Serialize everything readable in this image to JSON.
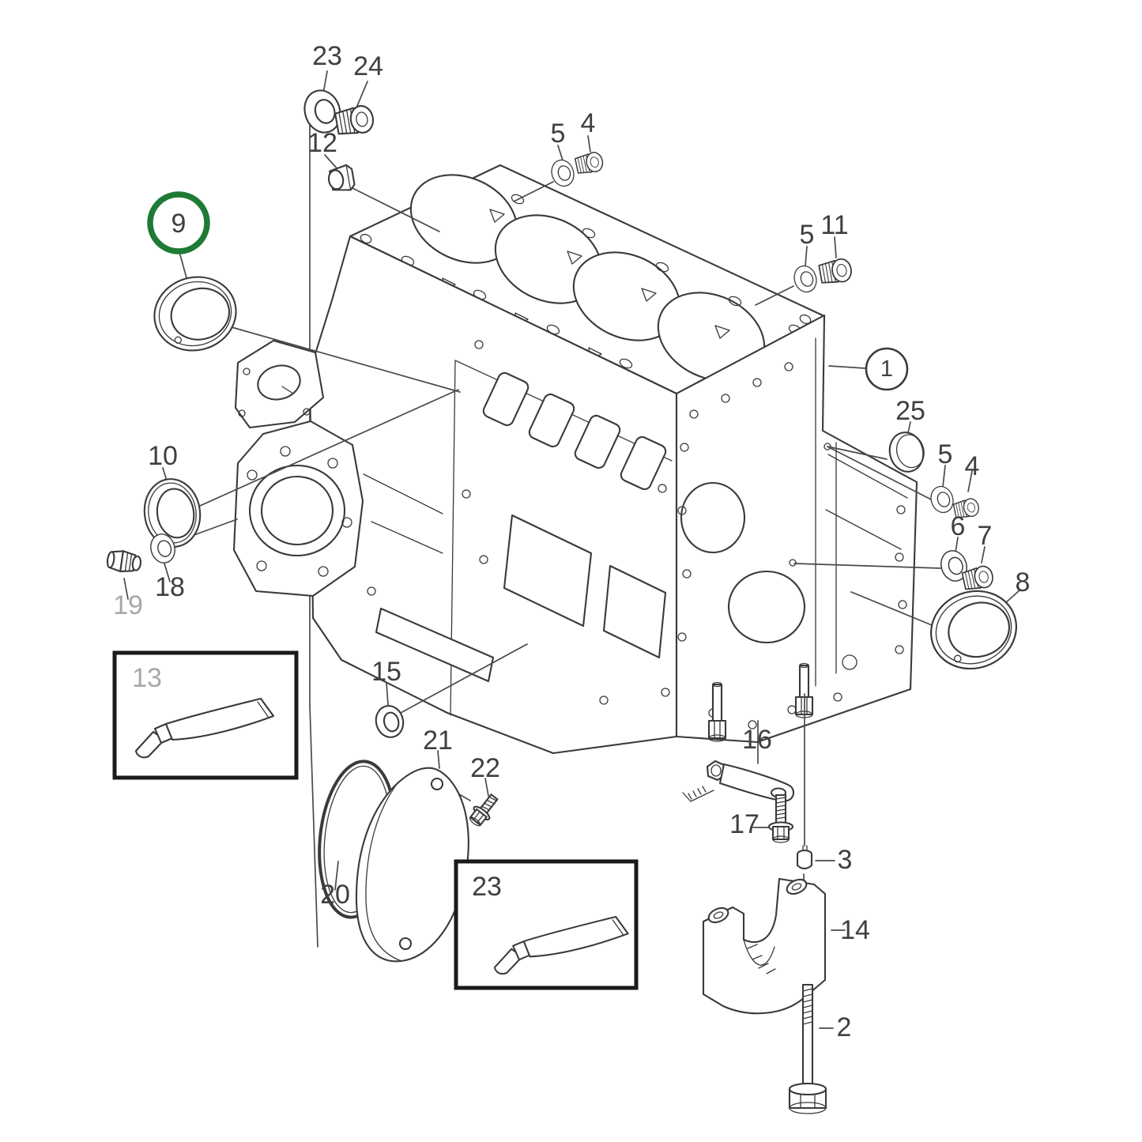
{
  "figure": {
    "kind": "exploded-parts-diagram",
    "colors": {
      "line": "#3a3a3a",
      "background": "#ffffff",
      "highlight": "#1e7a34",
      "label": "#3f3f3f",
      "muted_label": "#a8a8a8",
      "box_border": "#1a1a1a",
      "leader": "#4a4a4a"
    },
    "highlight": {
      "part": "9",
      "style": "green-circle",
      "color": "#1e7a34"
    }
  },
  "callouts": [
    {
      "id": "23-top",
      "label": "23",
      "muted": false,
      "circled": false
    },
    {
      "id": "24",
      "label": "24",
      "muted": false,
      "circled": false
    },
    {
      "id": "12",
      "label": "12",
      "muted": false,
      "circled": false
    },
    {
      "id": "5-top",
      "label": "5",
      "muted": false,
      "circled": false
    },
    {
      "id": "4-top",
      "label": "4",
      "muted": false,
      "circled": false
    },
    {
      "id": "5-right",
      "label": "5",
      "muted": false,
      "circled": false
    },
    {
      "id": "11",
      "label": "11",
      "muted": false,
      "circled": false
    },
    {
      "id": "9",
      "label": "9",
      "muted": false,
      "circled": "highlight"
    },
    {
      "id": "1",
      "label": "1",
      "muted": false,
      "circled": "plain"
    },
    {
      "id": "25",
      "label": "25",
      "muted": false,
      "circled": false
    },
    {
      "id": "5-lower",
      "label": "5",
      "muted": false,
      "circled": false
    },
    {
      "id": "4-lower",
      "label": "4",
      "muted": false,
      "circled": false
    },
    {
      "id": "6",
      "label": "6",
      "muted": false,
      "circled": false
    },
    {
      "id": "7",
      "label": "7",
      "muted": false,
      "circled": false
    },
    {
      "id": "8",
      "label": "8",
      "muted": false,
      "circled": false
    },
    {
      "id": "10",
      "label": "10",
      "muted": false,
      "circled": false
    },
    {
      "id": "18",
      "label": "18",
      "muted": false,
      "circled": false
    },
    {
      "id": "19",
      "label": "19",
      "muted": true,
      "circled": false
    },
    {
      "id": "13-box",
      "label": "13",
      "muted": true,
      "circled": false,
      "in_box": true
    },
    {
      "id": "15",
      "label": "15",
      "muted": false,
      "circled": false
    },
    {
      "id": "21",
      "label": "21",
      "muted": false,
      "circled": false
    },
    {
      "id": "22",
      "label": "22",
      "muted": false,
      "circled": false
    },
    {
      "id": "20",
      "label": "20",
      "muted": false,
      "circled": false
    },
    {
      "id": "23-box",
      "label": "23",
      "muted": false,
      "circled": false,
      "in_box": true
    },
    {
      "id": "16",
      "label": "16",
      "muted": false,
      "circled": false
    },
    {
      "id": "17",
      "label": "17",
      "muted": false,
      "circled": false
    },
    {
      "id": "3",
      "label": "3",
      "muted": false,
      "circled": false
    },
    {
      "id": "14",
      "label": "14",
      "muted": false,
      "circled": false
    },
    {
      "id": "2",
      "label": "2",
      "muted": false,
      "circled": false
    }
  ]
}
